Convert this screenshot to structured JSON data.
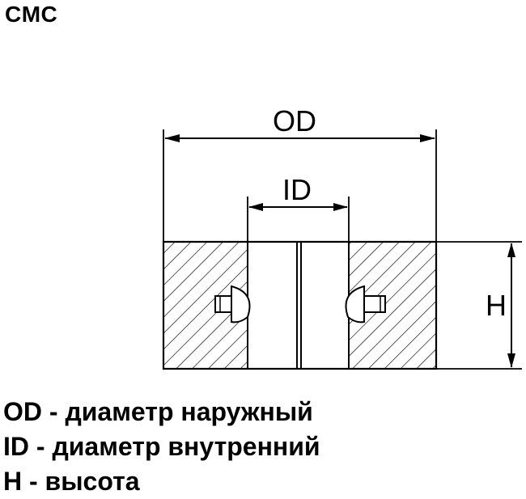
{
  "title": "CMC",
  "dimensions": {
    "od": "OD",
    "id": "ID",
    "h": "H"
  },
  "legend": [
    "OD - диаметр наружный",
    "ID - диаметр внутренний",
    "H - высота"
  ]
}
